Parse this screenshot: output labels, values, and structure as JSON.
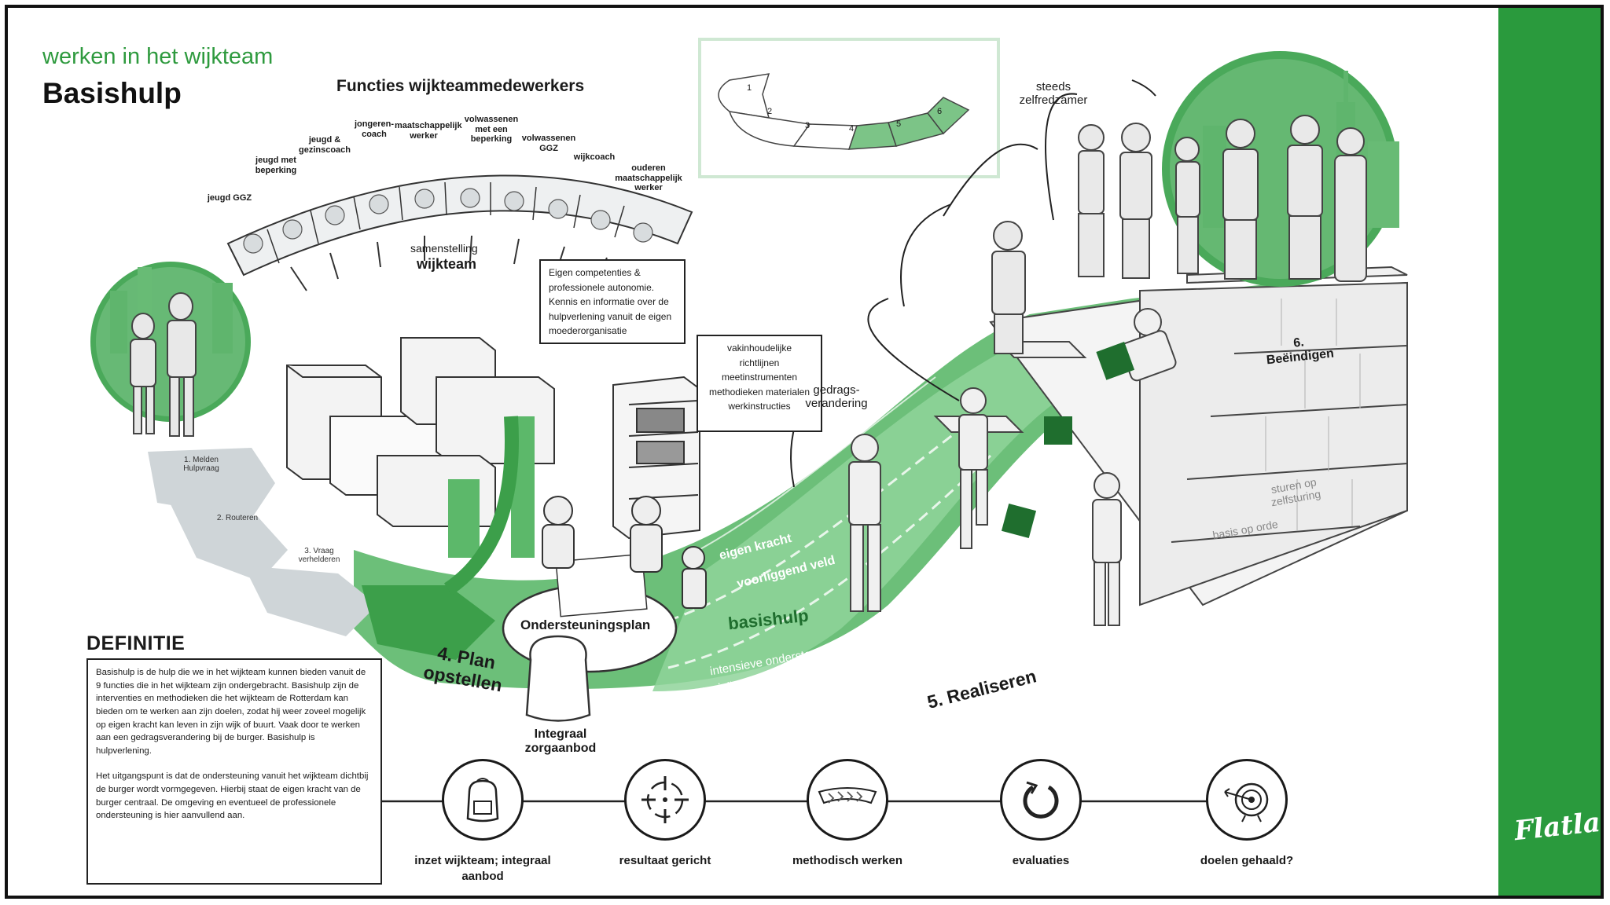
{
  "header": {
    "subtitle": "werken in het wijkteam",
    "title": "Basishulp"
  },
  "functions": {
    "title": "Functies wijkteammedewerkers",
    "labels": [
      "jeugd GGZ",
      "jeugd met beperking",
      "jeugd & gezinscoach",
      "jongeren- coach",
      "maatschappelijk werker",
      "volwassenen met een beperking",
      "volwassenen GGZ",
      "wijkcoach",
      "ouderen maatschappelijk werker"
    ]
  },
  "team": {
    "label_small": "samenstelling",
    "label_big": "wijkteam"
  },
  "callouts": {
    "competencies": "Eigen competenties & professionele autonomie. Kennis en informatie over de hulpverlening vanuit de eigen moederorganisatie",
    "guidelines": "vakinhoudelijke richtlijnen meetinstrumenten methodieken materialen werkinstructies"
  },
  "phase_indicator": {
    "segments": [
      "1",
      "2",
      "3",
      "4",
      "5",
      "6"
    ]
  },
  "process_steps": {
    "step1": "1. Melden Hulpvraag",
    "step2": "2. Routeren",
    "step3": "3. Vraag verhelderen",
    "step4": "4. Plan opstellen",
    "step5": "5. Realiseren",
    "step6": "6. Beëindigen"
  },
  "road_lanes": {
    "lane1": "eigen kracht",
    "lane2": "voorliggend veld",
    "lane3": "basishulp",
    "lane4": "intensieve ondersteuning",
    "lane5": "specialistisch"
  },
  "labels": {
    "plan": "Ondersteuningsplan",
    "integraal": "Integraal zorgaanbod",
    "gedrag": "gedrags- verandering",
    "zelfredzamer": "steeds zelfredzamer",
    "sturen": "sturen op zelfsturing",
    "basis": "basis op orde"
  },
  "definition": {
    "title": "DEFINITIE",
    "para1": "Basishulp is de hulp die we in het wijkteam kunnen bieden vanuit de 9 functies die in het wijkteam zijn ondergebracht. Basishulp zijn de interventies en methodieken die het wijkteam de Rotterdam kan bieden om te werken aan zijn doelen, zodat hij weer zoveel mogelijk op eigen kracht kan leven in zijn wijk of buurt. Vaak door te werken aan een gedragsverandering bij de burger. Basishulp is hulpverlening.",
    "para2": "Het uitgangspunt is dat de ondersteuning vanuit het wijkteam dichtbij de burger wordt vormgegeven. Hierbij staat de eigen kracht van de burger centraal. De omgeving en eventueel de professionele ondersteuning is hier aanvullend aan."
  },
  "timeline": [
    {
      "label": "inzet wijkteam; integraal aanbod",
      "icon": "backpack-icon"
    },
    {
      "label": "resultaat gericht",
      "icon": "target-crosshair-icon"
    },
    {
      "label": "methodisch werken",
      "icon": "chevron-arrows-icon"
    },
    {
      "label": "evaluaties",
      "icon": "cycle-arrow-icon"
    },
    {
      "label": "doelen gehaald?",
      "icon": "dartboard-icon"
    }
  ],
  "brand": {
    "logo": "Flatland",
    "accent": "#2a9a3d"
  }
}
